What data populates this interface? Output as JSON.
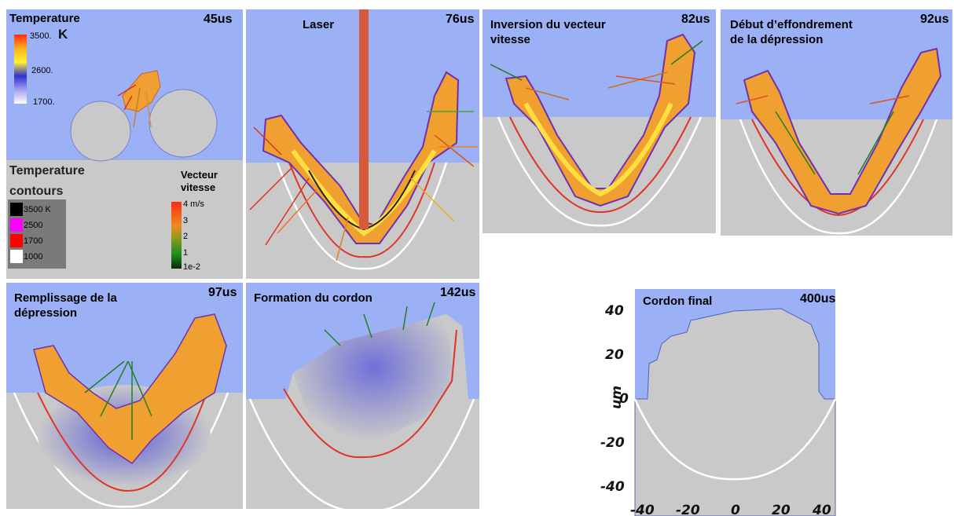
{
  "colors": {
    "sky": "#9bb0f5",
    "metal": "#c9c9c9",
    "melt_line": "#e0342a",
    "ref_line": "#ffffff",
    "laser": "#d85a3c"
  },
  "panels": [
    {
      "id": "p1",
      "title": "Temperature",
      "time": "45us"
    },
    {
      "id": "p2",
      "title": "Laser",
      "time": "76us"
    },
    {
      "id": "p3",
      "title": "Inversion du vecteur\nvitesse",
      "time": "82us"
    },
    {
      "id": "p4",
      "title": "Début d’effondrement\nde la dépression",
      "time": "92us"
    },
    {
      "id": "p5",
      "title": "Remplissage de la\ndépression",
      "time": "97us"
    },
    {
      "id": "p6",
      "title": "Formation du cordon",
      "time": "142us"
    },
    {
      "id": "p7",
      "title": "Cordon final",
      "time": "400us"
    }
  ],
  "temp_scale": {
    "unit": "K",
    "max": "3500.",
    "mid": "2600.",
    "min": "1700."
  },
  "contours": {
    "title": "Temperature\ncontours",
    "items": [
      {
        "label": "3500 K",
        "color": "#000000"
      },
      {
        "label": "2500",
        "color": "#ff00ff"
      },
      {
        "label": "1700",
        "color": "#ff0000"
      },
      {
        "label": "1000",
        "color": "#ffffff"
      }
    ]
  },
  "velocity": {
    "title": "Vecteur\nvitesse",
    "ticks": [
      "4 m/s",
      "3",
      "2",
      "1",
      "1e-2"
    ]
  },
  "final_axes": {
    "ylabel": "um",
    "yticks": [
      "40",
      "20",
      "0",
      "-20",
      "-40"
    ],
    "xticks": [
      "-40",
      "-20",
      "0",
      "20",
      "40"
    ]
  }
}
